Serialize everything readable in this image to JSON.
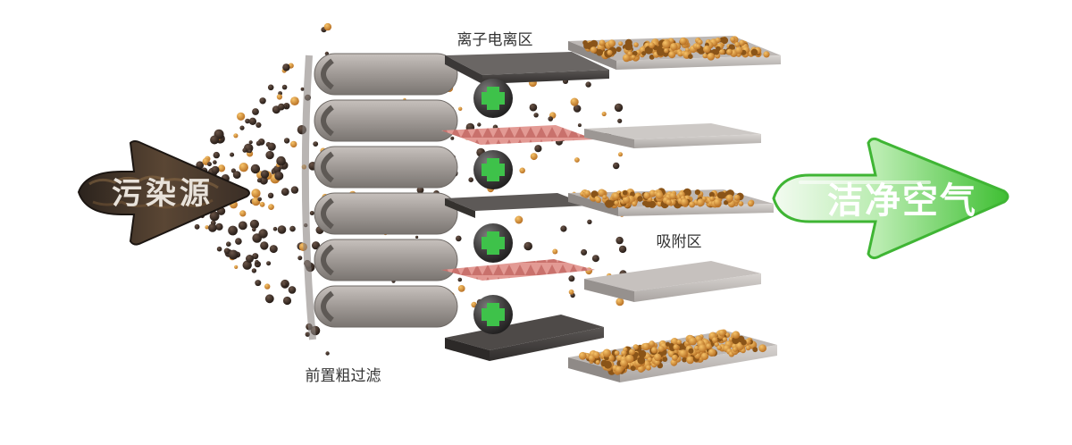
{
  "labels": {
    "ionization": "离子电离区",
    "prefilter": "前置粗过滤",
    "adsorption": "吸附区"
  },
  "arrows": {
    "source": "污染源",
    "clean": "洁净空气"
  },
  "icons": {
    "ion": "plus-icon"
  },
  "colors": {
    "ion_cross": "#3ec24a",
    "clean_arrow": "#49c53a",
    "source_arrow": "#3a2e26",
    "particle_dark": "#2a1e18",
    "particle_amber": "#d7902b",
    "filter_gray": "#9e9894",
    "electrode_pink": "#e08a86"
  }
}
